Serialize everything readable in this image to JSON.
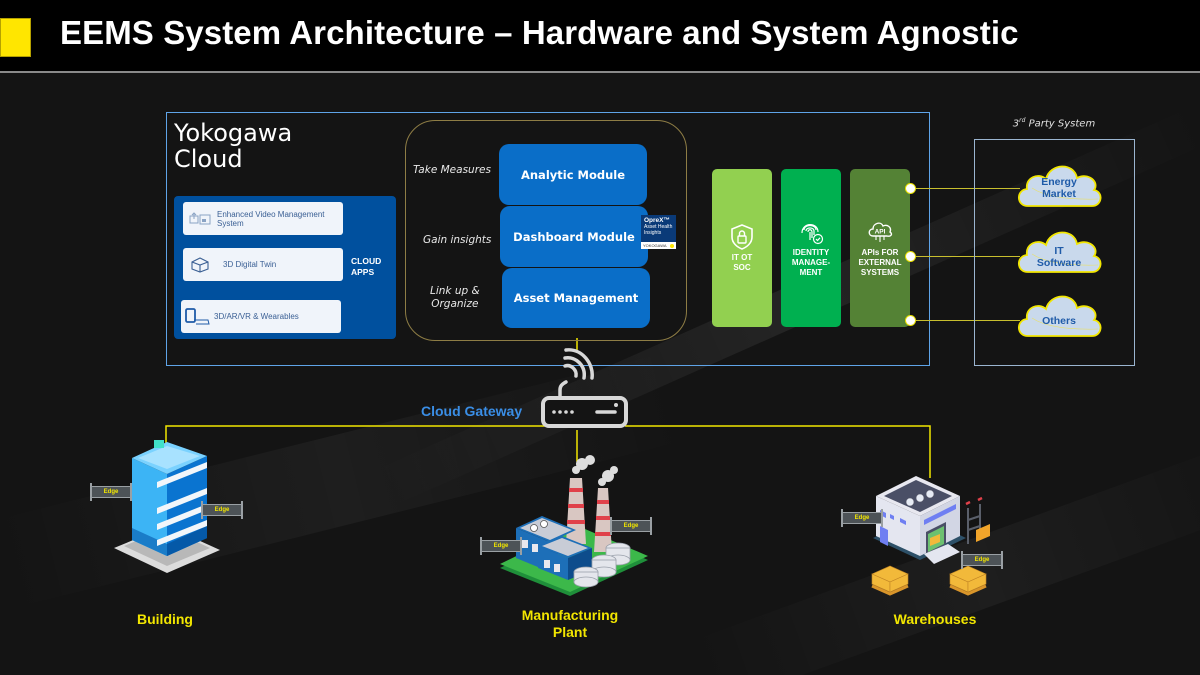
{
  "header": {
    "title": "EEMS System Architecture – Hardware and System Agnostic",
    "accent_color": "#ffe600"
  },
  "yokogawa_cloud": {
    "title": "Yokogawa\nCloud",
    "cloud_apps": {
      "label": "CLOUD\nAPPS",
      "items": [
        {
          "label": "Enhanced Video Management System",
          "icon": "video-management-icon"
        },
        {
          "label": "3D Digital Twin",
          "icon": "cube-icon"
        },
        {
          "label": "3D/AR/VR & Wearables",
          "icon": "vr-wearables-icon"
        }
      ]
    },
    "modules": [
      {
        "caption": "Take Measures",
        "label": "Analytic Module"
      },
      {
        "caption": "Gain insights",
        "label": "Dashboard Module"
      },
      {
        "caption": "Link up &\nOrganize",
        "label": "Asset Management"
      }
    ],
    "oprex_badge": {
      "brand": "OpreX™",
      "product": "Asset Health Insights",
      "vendor": "YOKOGAWA"
    },
    "pillars": [
      {
        "label": "IT OT\nSOC",
        "icon": "shield-lock-icon",
        "color": "#92d050"
      },
      {
        "label": "IDENTITY\nMANAGE-\nMENT",
        "icon": "fingerprint-icon",
        "color": "#00b050"
      },
      {
        "label": "APIs FOR\nEXTERNAL\nSYSTEMS",
        "icon": "api-cloud-icon",
        "color": "#548235"
      }
    ]
  },
  "third_party": {
    "label_prefix": "3",
    "label_sup": "rd",
    "label_suffix": " Party System",
    "systems": [
      {
        "label": "Energy\nMarket"
      },
      {
        "label": "IT\nSoftware"
      },
      {
        "label": "Others"
      }
    ]
  },
  "gateway": {
    "label": "Cloud Gateway",
    "icon": "router-wifi-icon"
  },
  "sites": [
    {
      "label": "Building",
      "edges": [
        "Edge",
        "Edge"
      ]
    },
    {
      "label": "Manufacturing\nPlant",
      "edges": [
        "Edge",
        "Edge"
      ]
    },
    {
      "label": "Warehouses",
      "edges": [
        "Edge",
        "Edge"
      ]
    }
  ],
  "colors": {
    "cloud_border": "#5fa4e8",
    "module_blue": "#0a6ec8",
    "connector_yellow": "#f2e600",
    "gateway_label": "#3a8ee6"
  }
}
